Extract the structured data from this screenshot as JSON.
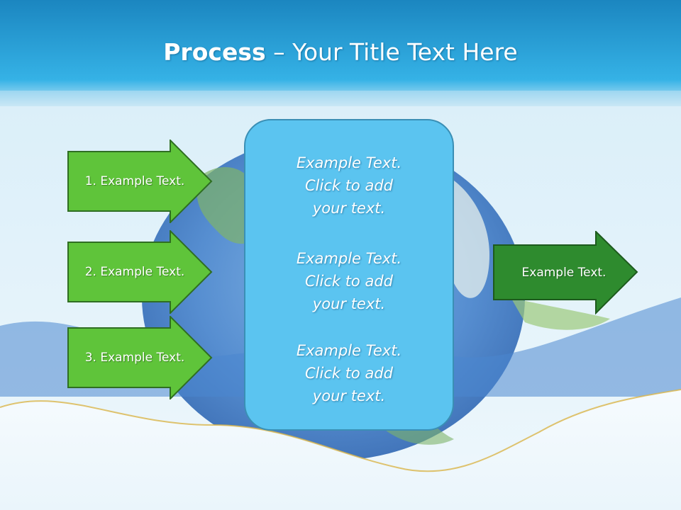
{
  "title": {
    "bold": "Process",
    "rest": " – Your Title Text Here"
  },
  "left_arrows": [
    {
      "label": "1. Example Text."
    },
    {
      "label": "2. Example Text."
    },
    {
      "label": "3. Example Text."
    }
  ],
  "center_blocks": [
    {
      "line1": "Example Text.",
      "line2": "Click  to add",
      "line3": "your text."
    },
    {
      "line1": "Example Text.",
      "line2": "Click  to add",
      "line3": "your text."
    },
    {
      "line1": "Example Text.",
      "line2": "Click  to add",
      "line3": "your text."
    }
  ],
  "right_arrow": {
    "label": "Example Text."
  },
  "colors": {
    "header_blue": "#2aa9de",
    "arrow_green": "#5fc43a",
    "arrow_dark_green": "#2e8b2e",
    "center_box": "#5bc4f0"
  }
}
